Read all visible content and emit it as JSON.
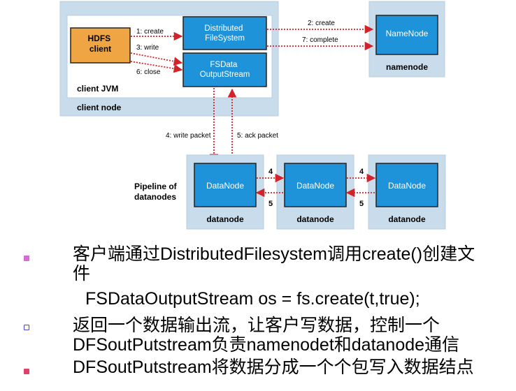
{
  "diagram": {
    "hdfs_client": "HDFS\nclient",
    "distributed_fs": "Distributed\nFileSystem",
    "fsdata_stream": "FSData\nOutputStream",
    "client_jvm": "client JVM",
    "client_node": "client node",
    "namenode_box": "NameNode",
    "namenode_label": "namenode",
    "step1": "1: create",
    "step3": "3: write",
    "step6": "6: close",
    "step2": "2: create",
    "step7": "7: complete",
    "step4": "4: write packet",
    "step5": "5: ack packet",
    "pipeline_label": "Pipeline of\ndatanodes",
    "datanode_box": "DataNode",
    "datanode_label": "datanode",
    "fwd_num": "4",
    "ack_num": "5"
  },
  "bullets": [
    {
      "line1": "客户端通过DistributedFilesystem调用create()创建文",
      "line2": "件",
      "color": "#d86ad6"
    },
    {
      "line1": "FSDataOutputStream os = fs.create(t,true);"
    },
    {
      "line1": "返回一个数据输出流，让客户写数据，控制一个",
      "line2": "DFSoutPutstream负责namenodet和datanode通信",
      "color": "#4a4ad0"
    },
    {
      "line1": "DFSoutPutstream将数据分成一个个包写入数据结点",
      "color": "#e0406a"
    }
  ],
  "colors": {
    "panel": "#c8dcec",
    "box_blue": "#1f93d9",
    "box_orange": "#f0a544",
    "arrow_red": "#d2232a"
  }
}
